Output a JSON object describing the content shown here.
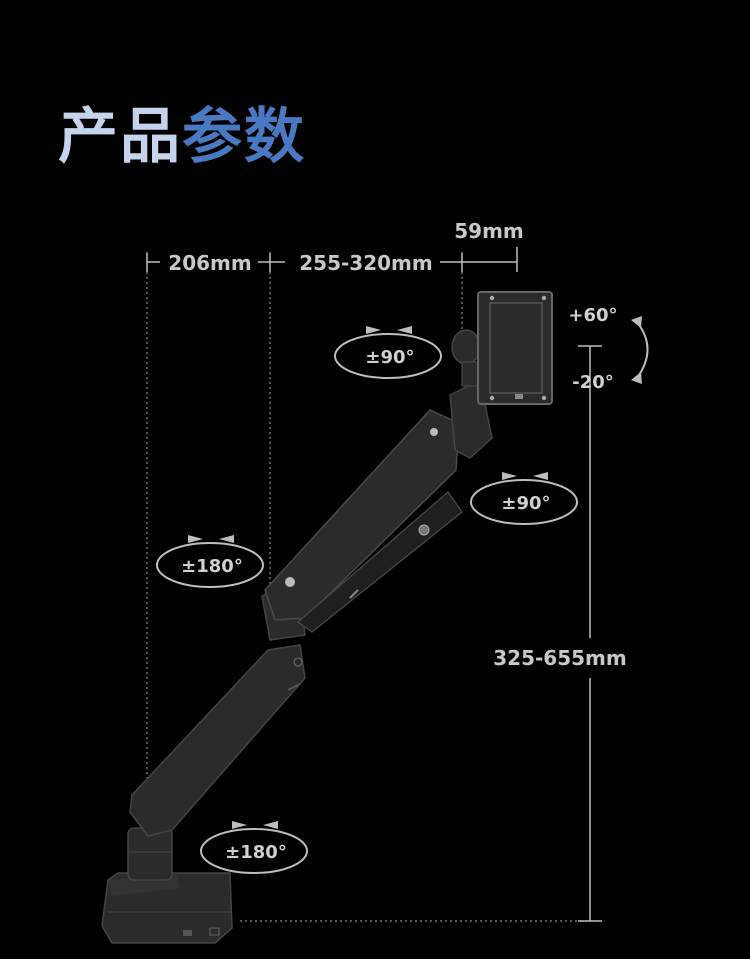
{
  "title": {
    "part1": "产品",
    "part2": "参数"
  },
  "dimensions": {
    "width_a": "206mm",
    "width_b": "255-320mm",
    "depth": "59mm",
    "height": "325-655mm"
  },
  "tilt": {
    "up": "+60°",
    "down": "-20°"
  },
  "rotations": {
    "top_left": "±90°",
    "right_mid": "±90°",
    "left_mid": "±180°",
    "bottom": "±180°"
  },
  "colors": {
    "title_light": "#c5d3ec",
    "title_accent": "#4a79c4",
    "arm": "#2b2b2b",
    "line": "#9a9a9a"
  }
}
